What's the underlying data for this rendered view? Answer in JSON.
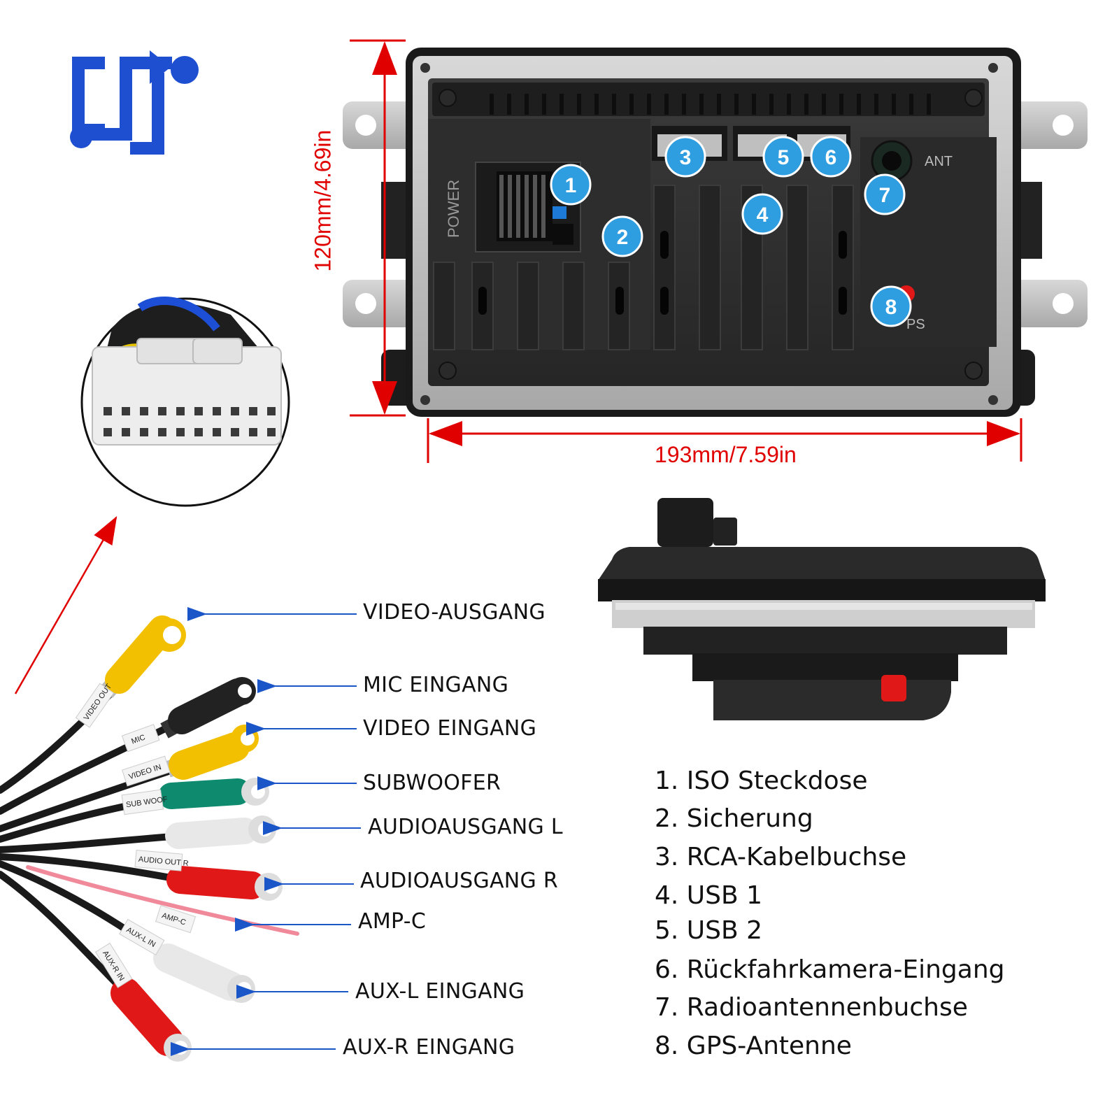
{
  "dimensions": {
    "height": "120mm/4.69in",
    "width": "193mm/7.59in"
  },
  "unit_labels": {
    "power": "POWER",
    "ant": "ANT",
    "gps_partial": "PS"
  },
  "port_badges": [
    "1",
    "2",
    "3",
    "4",
    "5",
    "6",
    "7",
    "8"
  ],
  "cable_labels": [
    "VIDEO-AUSGANG",
    "MIC EINGANG",
    "VIDEO EINGANG",
    "SUBWOOFER",
    "AUDIOAUSGANG L",
    "AUDIOAUSGANG R",
    "AMP-C",
    "AUX-L EINGANG",
    "AUX-R EINGANG"
  ],
  "cable_tags": {
    "video_out": "VIDEO OUT",
    "mic": "MIC",
    "video_in": "VIDEO IN",
    "sub_woof": "SUB WOOF",
    "audio_out_r": "AUDIO OUT R",
    "amp_c": "AMP-C",
    "aux_l_in": "AUX-L IN",
    "aux_r_in": "AUX-R IN"
  },
  "legend": [
    "1. ISO Steckdose",
    "2. Sicherung",
    "3. RCA-Kabelbuchse",
    "4. USB 1",
    "5. USB 2",
    "6. Rückfahrkamera-Eingang",
    "7. Radioantennenbuchse",
    "8. GPS-Antenne"
  ],
  "colors": {
    "dimension_red": "#e00000",
    "pointer_blue": "#1a56c8",
    "badge_blue": "#2e9ee0",
    "logo_blue": "#1f4fd1",
    "rca_yellow": "#f2c000",
    "rca_green": "#0e8a6e",
    "rca_white": "#e8e8e8",
    "rca_red": "#e01818",
    "rca_black": "#222222"
  }
}
